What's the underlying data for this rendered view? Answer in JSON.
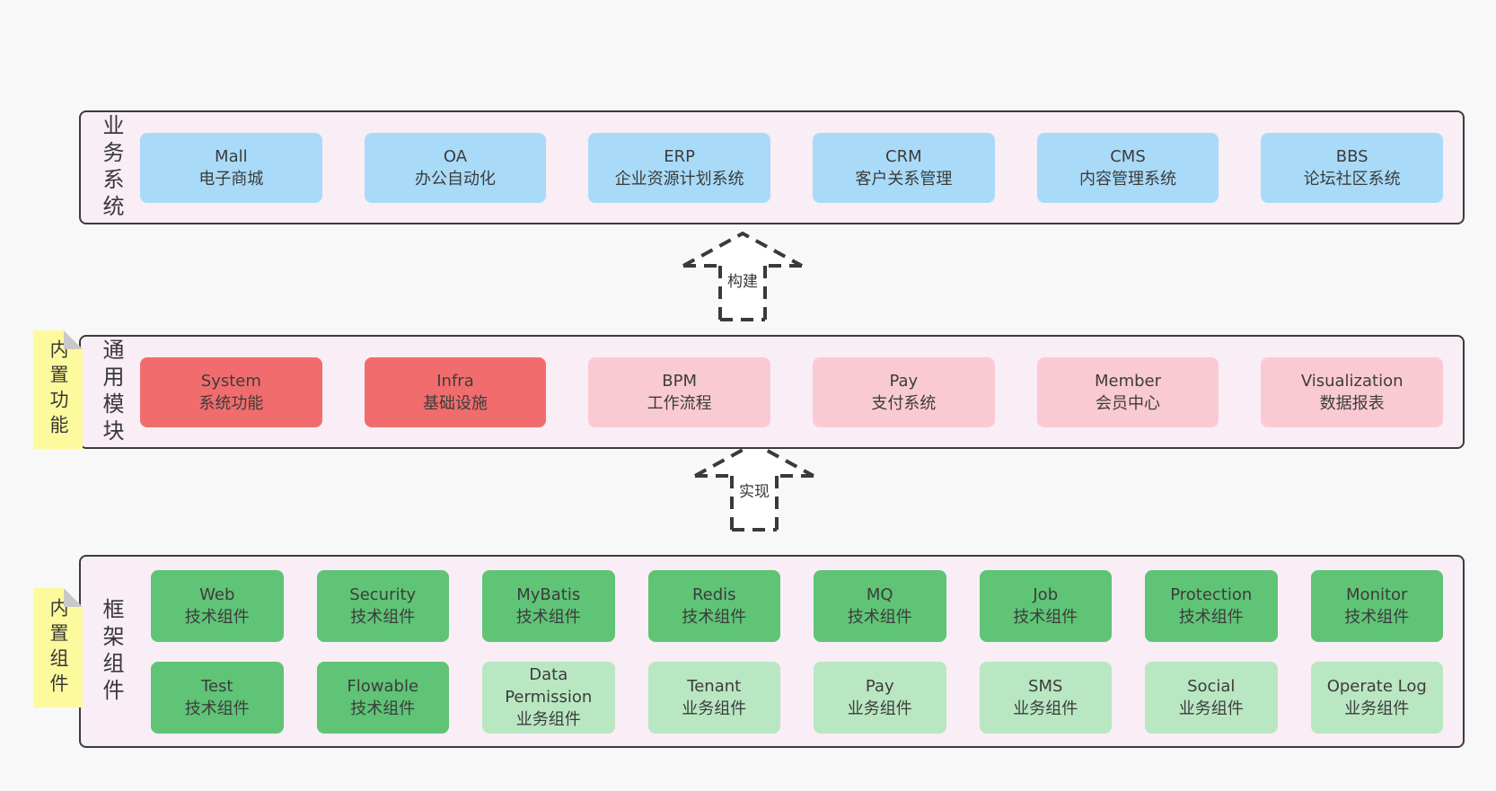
{
  "colors": {
    "bg": "#f8f8f8",
    "band_bg": "#f9edf6",
    "band_border": "#3b3b3b",
    "blue": "#a9dbf8",
    "red": "#f16d6d",
    "pink": "#facad3",
    "green": "#5fc476",
    "lightgreen": "#b9e7c2",
    "note_yellow": "#fdfa9e",
    "note_fold": "#c8c8c8",
    "text": "#383838",
    "arrow": "#3a3a3a"
  },
  "arrows": [
    {
      "label": "构建"
    },
    {
      "label": "实现"
    }
  ],
  "bands": [
    {
      "label": "业务系统",
      "boxes": [
        {
          "title": "Mall",
          "subtitle": "电子商城",
          "variant": "blue"
        },
        {
          "title": "OA",
          "subtitle": "办公自动化",
          "variant": "blue"
        },
        {
          "title": "ERP",
          "subtitle": "企业资源计划系统",
          "variant": "blue"
        },
        {
          "title": "CRM",
          "subtitle": "客户关系管理",
          "variant": "blue"
        },
        {
          "title": "CMS",
          "subtitle": "内容管理系统",
          "variant": "blue"
        },
        {
          "title": "BBS",
          "subtitle": "论坛社区系统",
          "variant": "blue"
        }
      ]
    },
    {
      "label": "通用模块",
      "note": "内置功能",
      "boxes": [
        {
          "title": "System",
          "subtitle": "系统功能",
          "variant": "red"
        },
        {
          "title": "Infra",
          "subtitle": "基础设施",
          "variant": "red"
        },
        {
          "title": "BPM",
          "subtitle": "工作流程",
          "variant": "pink"
        },
        {
          "title": "Pay",
          "subtitle": "支付系统",
          "variant": "pink"
        },
        {
          "title": "Member",
          "subtitle": "会员中心",
          "variant": "pink"
        },
        {
          "title": "Visualization",
          "subtitle": "数据报表",
          "variant": "pink"
        }
      ]
    },
    {
      "label": "框架组件",
      "note": "内置组件",
      "rows": [
        [
          {
            "title": "Web",
            "subtitle": "技术组件",
            "variant": "green"
          },
          {
            "title": "Security",
            "subtitle": "技术组件",
            "variant": "green"
          },
          {
            "title": "MyBatis",
            "subtitle": "技术组件",
            "variant": "green"
          },
          {
            "title": "Redis",
            "subtitle": "技术组件",
            "variant": "green"
          },
          {
            "title": "MQ",
            "subtitle": "技术组件",
            "variant": "green"
          },
          {
            "title": "Job",
            "subtitle": "技术组件",
            "variant": "green"
          },
          {
            "title": "Protection",
            "subtitle": "技术组件",
            "variant": "green"
          },
          {
            "title": "Monitor",
            "subtitle": "技术组件",
            "variant": "green"
          }
        ],
        [
          {
            "title": "Test",
            "subtitle": "技术组件",
            "variant": "green"
          },
          {
            "title": "Flowable",
            "subtitle": "技术组件",
            "variant": "green"
          },
          {
            "title": "Data Permission",
            "subtitle": "业务组件",
            "variant": "lightgreen"
          },
          {
            "title": "Tenant",
            "subtitle": "业务组件",
            "variant": "lightgreen"
          },
          {
            "title": "Pay",
            "subtitle": "业务组件",
            "variant": "lightgreen"
          },
          {
            "title": "SMS",
            "subtitle": "业务组件",
            "variant": "lightgreen"
          },
          {
            "title": "Social",
            "subtitle": "业务组件",
            "variant": "lightgreen"
          },
          {
            "title": "Operate Log",
            "subtitle": "业务组件",
            "variant": "lightgreen"
          }
        ]
      ]
    }
  ]
}
